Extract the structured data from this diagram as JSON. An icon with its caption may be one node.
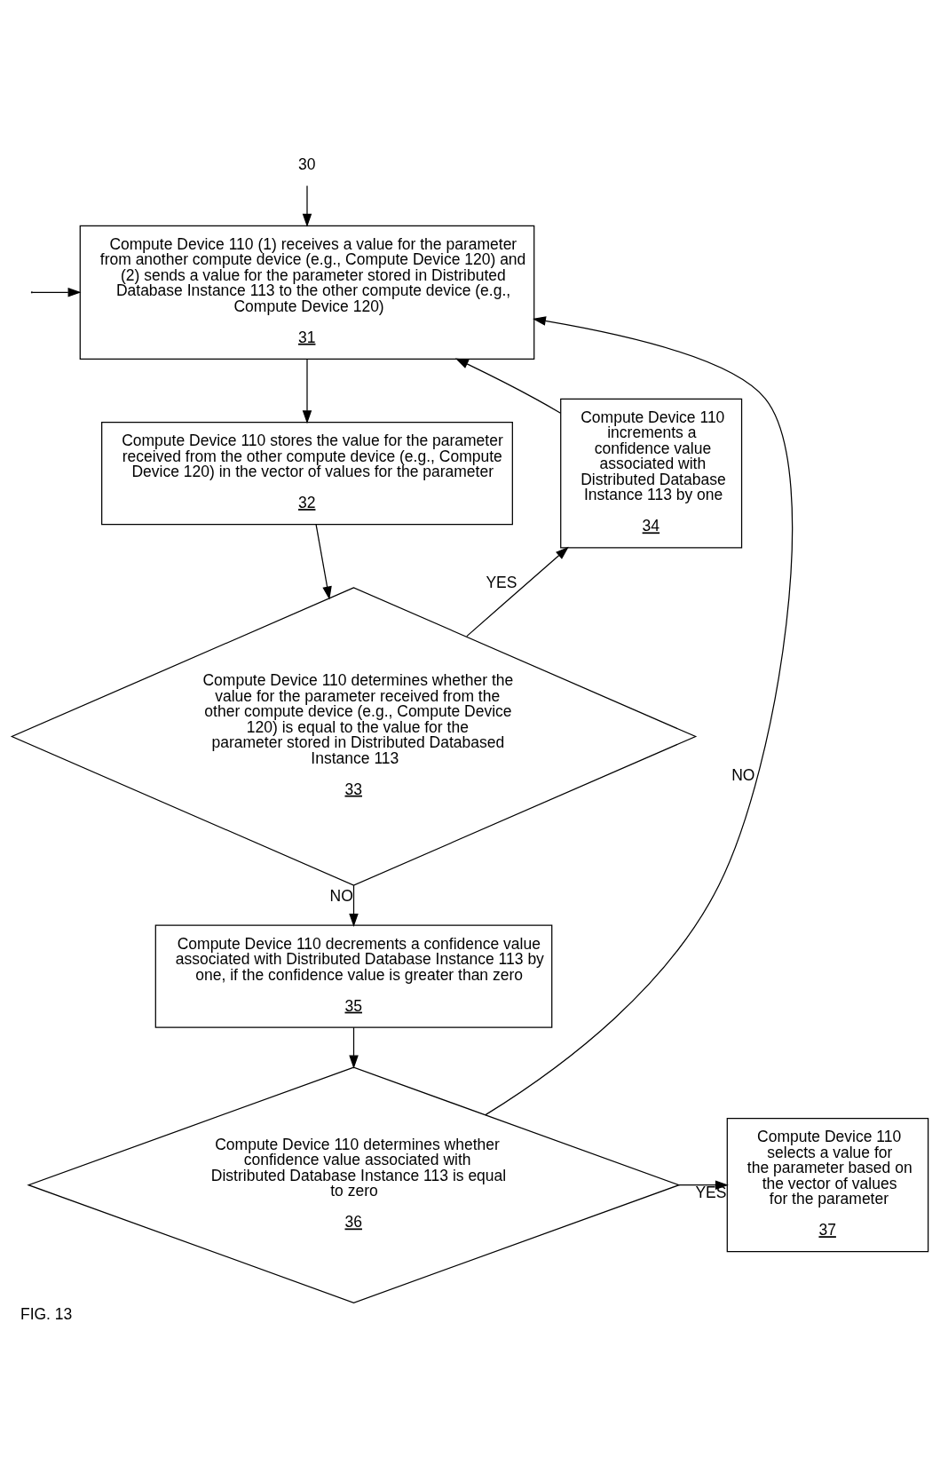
{
  "diagram": {
    "caption": "FIG. 13",
    "nodes": [
      {
        "text": [
          "30"
        ]
      },
      {
        "text": [
          "Compute Device 110 (1) receives a value for the parameter from another compute device (e.g., Compute Device 120) and (2) sends a value for the parameter stored in Distributed Database Instance 113 to the other compute device (e.g., Compute Device 120)",
          "31"
        ]
      },
      {
        "text": [
          "Compute Device 110 stores the value for the parameter received from the other compute device (e.g., Compute Device 120) in the vector of values for the parameter",
          "32"
        ]
      },
      {
        "text": [
          "Compute Device 110 increments a confidence value associated with Distributed Database Instance 113 by one",
          "34"
        ]
      },
      {
        "text": [
          "Compute Device 110 determines whether the value for the parameter received from the other compute device (e.g., Compute Device 120) is equal to the value for the parameter stored in Distributed Databased Instance 113",
          "33"
        ]
      },
      {
        "text": [
          "Compute Device 110 decrements a confidence value associated with Distributed Database Instance 113 by one, if the confidence value is greater than zero",
          "35"
        ]
      },
      {
        "text": [
          "Compute Device 110 determines whether confidence value associated with Distributed Database Instance 113 is equal to zero",
          "36"
        ]
      },
      {
        "text": [
          "Compute Device 110 selects a value for the parameter based on the vector of values for the parameter",
          "37"
        ]
      }
    ],
    "edges": [
      {
        "from": 0,
        "to": 1,
        "arrow": "to"
      },
      {
        "from": 1,
        "to": 2,
        "arrow": "to"
      },
      {
        "from": 2,
        "to": 4,
        "arrow": "to"
      },
      {
        "from": 4,
        "to": 3,
        "arrow": "to",
        "label": "YES"
      },
      {
        "from": 3,
        "to": 1,
        "arrow": "to"
      },
      {
        "from": null,
        "to": 1,
        "arrow": "to"
      },
      {
        "from": 4,
        "to": 5,
        "arrow": "to",
        "label": "NO"
      },
      {
        "from": 5,
        "to": 6,
        "arrow": "to"
      },
      {
        "from": 6,
        "to": 7,
        "arrow": "to",
        "label": "YES"
      },
      {
        "from": 6,
        "to": 1,
        "arrow": "to",
        "label": "NO"
      }
    ]
  }
}
